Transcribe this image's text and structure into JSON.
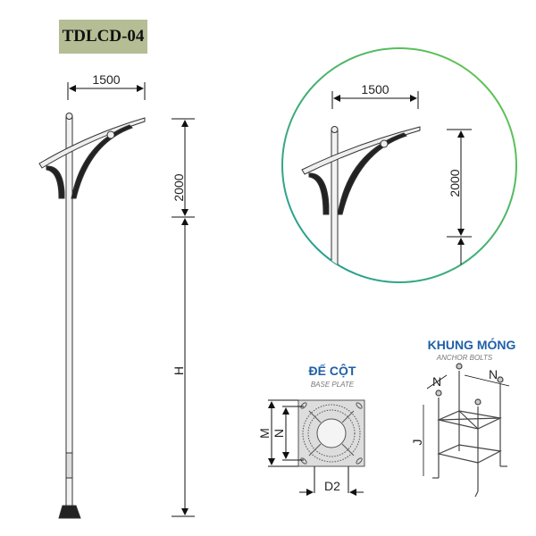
{
  "model_code": "TDLCD-04",
  "main_drawing": {
    "arm_width": "1500",
    "arm_height": "2000",
    "pole_height": "H"
  },
  "detail_circle": {
    "arm_width": "1500",
    "arm_height": "2000"
  },
  "base_plate": {
    "title": "ĐẾ CỘT",
    "subtitle": "BASE PLATE",
    "dim_m": "M",
    "dim_n": "N",
    "dim_d2": "D2"
  },
  "anchor_bolts": {
    "title": "KHUNG MÓNG",
    "subtitle": "ANCHOR BOLTS",
    "dim_n1": "N",
    "dim_n2": "N",
    "dim_j": "J"
  },
  "colors": {
    "title_bg": "#b4bd94",
    "heading_blue": "#1f5fa8",
    "circle_start": "#1f9a9a",
    "circle_end": "#6cc94a"
  }
}
